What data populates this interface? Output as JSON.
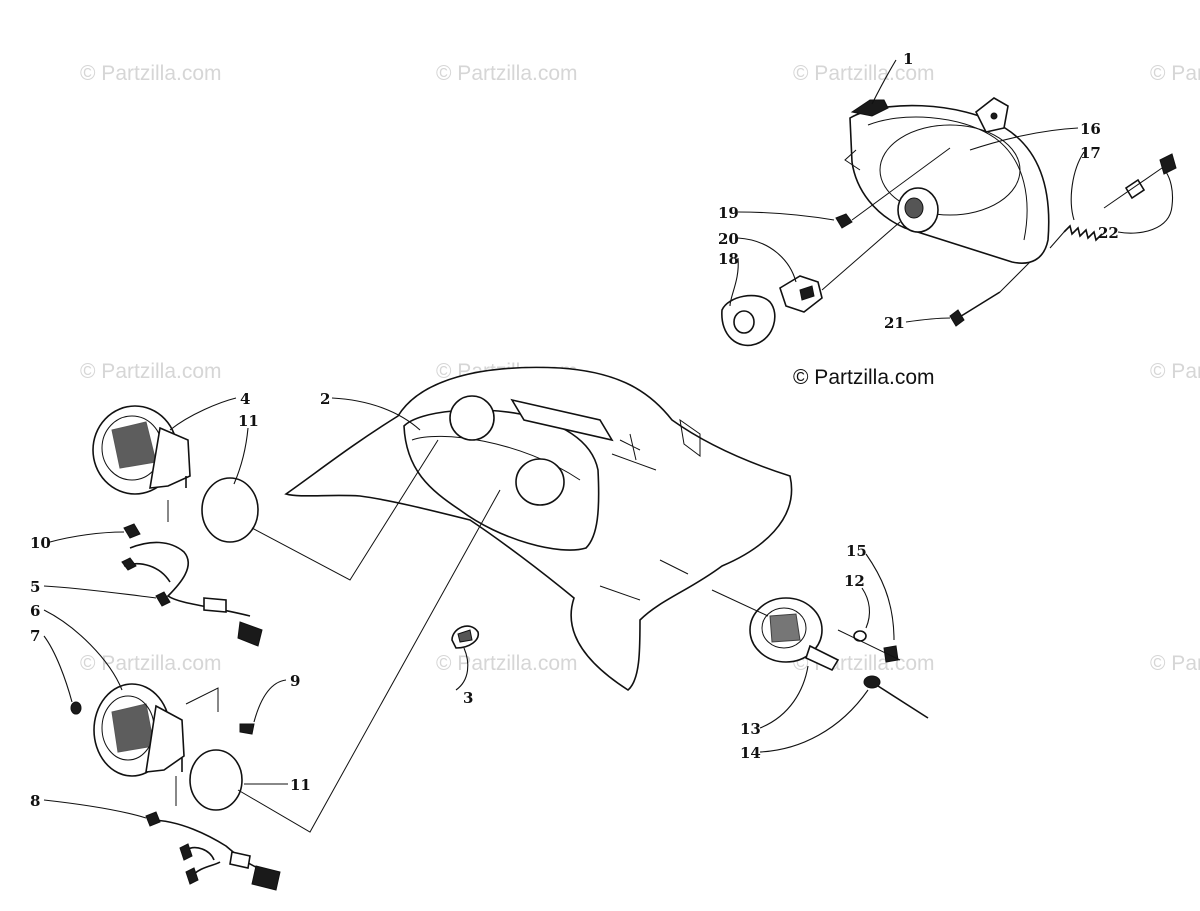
{
  "watermark": {
    "text": "© Partzilla.com",
    "credit_text": "© Partzilla.com"
  },
  "callouts": [
    "1",
    "2",
    "3",
    "4",
    "5",
    "6",
    "7",
    "8",
    "9",
    "10",
    "11",
    "11",
    "12",
    "13",
    "14",
    "15",
    "16",
    "17",
    "18",
    "19",
    "20",
    "21",
    "22"
  ],
  "colors": {
    "ink": "#111111",
    "background": "#ffffff",
    "watermark": "#d6d6d6"
  }
}
